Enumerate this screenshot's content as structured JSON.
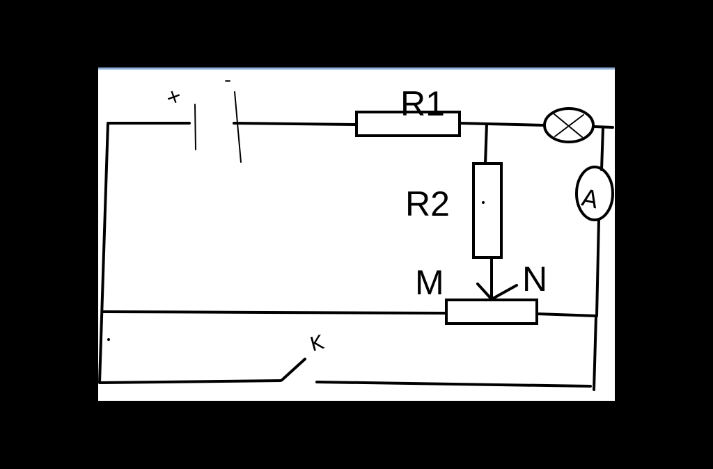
{
  "diagram": {
    "labels": {
      "r1": "R1",
      "r2": "R2",
      "m": "M",
      "n": "N",
      "plus": "+",
      "minus": "-",
      "ammeter": "A",
      "switch": "K"
    },
    "colors": {
      "outer_background": "#000000",
      "canvas_background": "#ffffff",
      "ink": "#000000",
      "canvas_top_border": "#8fb0d8"
    }
  }
}
